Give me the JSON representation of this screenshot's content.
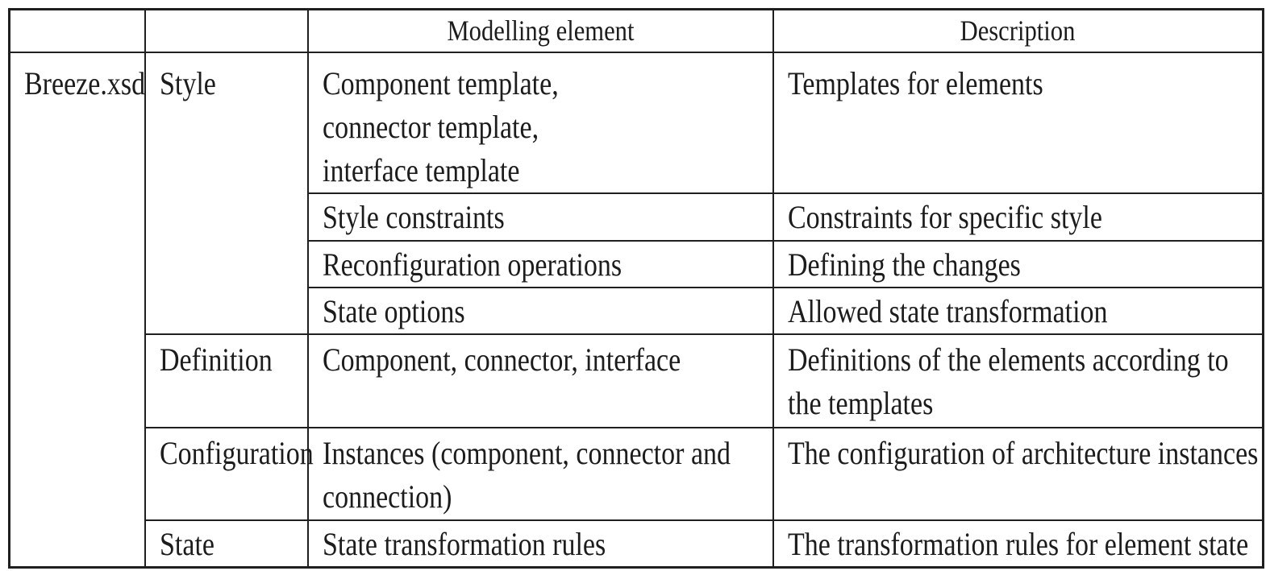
{
  "table": {
    "headers": {
      "modelling": "Modelling element",
      "description": "Description"
    },
    "file": "Breeze.xsd",
    "groups": {
      "style": {
        "label": "Style",
        "templates": {
          "element": [
            "Component template,",
            "connector template,",
            "interface template"
          ],
          "desc": "Templates for elements"
        },
        "constraints": {
          "element": "Style constraints",
          "desc": "Constraints for specific style"
        },
        "reconfiguration": {
          "element": "Reconfiguration operations",
          "desc": "Defining the changes"
        },
        "state_options": {
          "element": "State options",
          "desc": "Allowed state transformation"
        }
      },
      "definition": {
        "label": "Definition",
        "element": "Component, connector, interface",
        "desc": [
          "Definitions of the elements according to",
          "the templates"
        ]
      },
      "configuration": {
        "label": "Configuration",
        "element": [
          "Instances (component, connector and",
          "connection)"
        ],
        "desc": "The configuration of architecture instances"
      },
      "state": {
        "label": "State",
        "element": "State transformation rules",
        "desc": "The transformation rules for element state"
      }
    }
  }
}
